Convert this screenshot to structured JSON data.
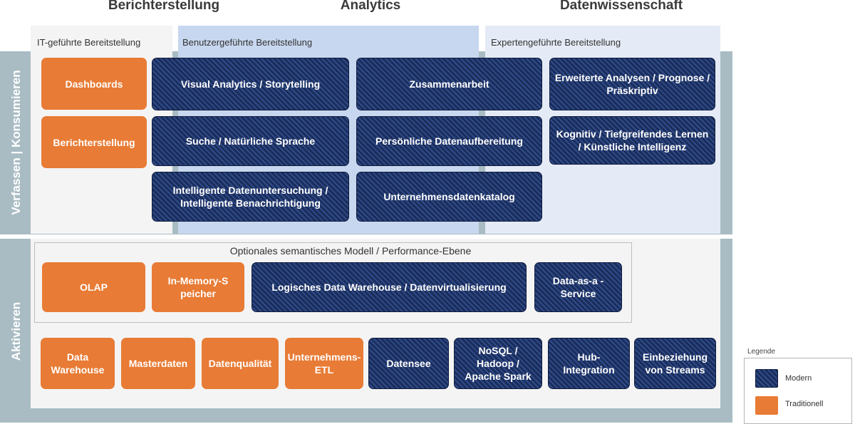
{
  "columns": {
    "reporting": "Berichterstellung",
    "analytics": "Analytics",
    "datascience": "Datenwissenschaft"
  },
  "bands": {
    "consume": "Verfassen | Konsumieren",
    "enable": "Aktivieren"
  },
  "provisioning": {
    "it": "IT-geführte Bereitstellung",
    "user": "Benutzergeführte Bereitstellung",
    "expert": "Expertengeführte Bereitstellung"
  },
  "consume_boxes": {
    "dashboards": "Dashboards",
    "reporting": "Berichterstellung",
    "visual_analytics": "Visual Analytics / Storytelling",
    "collaboration": "Zusammenarbeit",
    "advanced": "Erweiterte Analysen / Prognose / Präskriptiv",
    "search": "Suche / Natürliche Sprache",
    "personal_prep": "Persönliche Datenaufbereitung",
    "cognitive": "Kognitiv / Tiefgreifendes Lernen / Künstliche Intelligenz",
    "smart_discovery": "Intelligente Datenuntersuchung / Intelligente Benachrichtigung",
    "catalog": "Unternehmensdatenkatalog"
  },
  "semantic_layer": {
    "title": "Optionales semantisches Modell / Performance-Ebene",
    "olap": "OLAP",
    "inmemory": "In-Memory-S peicher",
    "logical_dw": "Logisches Data Warehouse / Datenvirtualisierung",
    "daas": "Data-as-a -Service"
  },
  "enable_boxes": {
    "dw": "Data Warehouse",
    "masterdata": "Masterdaten",
    "quality": "Datenqualität",
    "etl": "Unternehmens-ETL",
    "lake": "Datensee",
    "nosql": "NoSQL / Hadoop / Apache Spark",
    "hub": "Hub-Integration",
    "streams": "Einbeziehung von Streams"
  },
  "legend": {
    "title": "Legende",
    "modern": "Modern",
    "traditional": "Traditionell"
  },
  "colors": {
    "traditional": "#e87b35",
    "modern": "#1b2d5b",
    "band": "#a9bcc4",
    "user_panel": "#c7d7ef",
    "expert_panel": "#e4ebf6",
    "it_panel": "#f4f4f4"
  }
}
